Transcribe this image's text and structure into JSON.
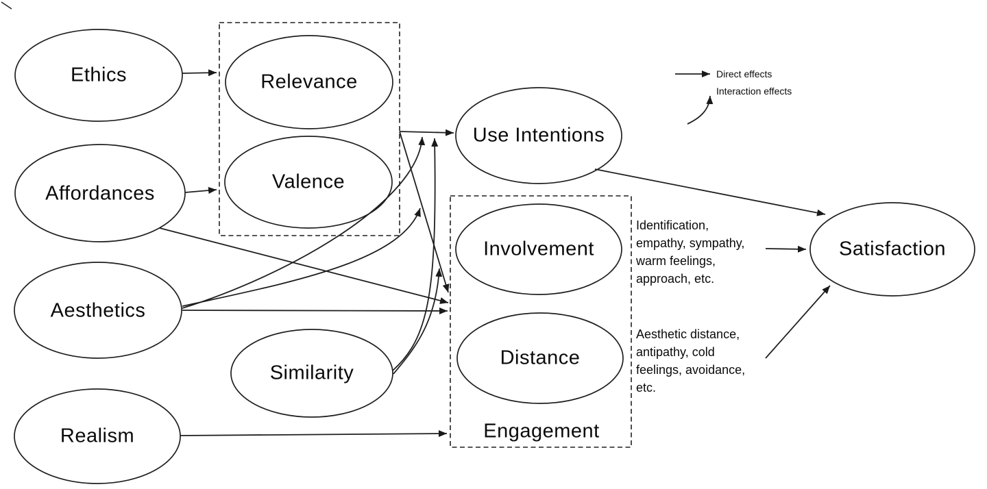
{
  "nodes": {
    "ethics": {
      "label": "Ethics"
    },
    "affordances": {
      "label": "Affordances"
    },
    "aesthetics": {
      "label": "Aesthetics"
    },
    "realism": {
      "label": "Realism"
    },
    "relevance": {
      "label": "Relevance"
    },
    "valence": {
      "label": "Valence"
    },
    "similarity": {
      "label": "Similarity"
    },
    "use_intentions": {
      "label": "Use Intentions"
    },
    "involvement": {
      "label": "Involvement"
    },
    "distance": {
      "label": "Distance"
    },
    "satisfaction": {
      "label": "Satisfaction"
    },
    "engagement": {
      "label": "Engagement"
    }
  },
  "legend": {
    "direct_label": "Direct effects",
    "interaction_label": "Interaction effects"
  },
  "annotations": {
    "positive": {
      "lines": [
        "Identification,",
        "empathy, sympathy,",
        "warm feelings,",
        "approach, etc."
      ]
    },
    "negative": {
      "lines": [
        "Aesthetic distance,",
        "antipathy, cold",
        "feelings, avoidance,",
        "etc."
      ]
    }
  },
  "edges": {
    "direct": [
      {
        "from": "ethics",
        "to": "relevance-valence-group"
      },
      {
        "from": "affordances",
        "to": "relevance-valence-group"
      },
      {
        "from": "relevance-valence-group",
        "to": "use_intentions"
      },
      {
        "from": "relevance-valence-group",
        "to": "engagement"
      },
      {
        "from": "affordances",
        "to": "engagement"
      },
      {
        "from": "aesthetics",
        "to": "engagement"
      },
      {
        "from": "realism",
        "to": "engagement"
      },
      {
        "from": "use_intentions",
        "to": "satisfaction"
      },
      {
        "from": "involvement-outcomes",
        "to": "satisfaction"
      },
      {
        "from": "distance-outcomes",
        "to": "satisfaction"
      }
    ],
    "interaction": [
      {
        "from": "aesthetics",
        "moderates": "relevance-valence-group->use_intentions"
      },
      {
        "from": "aesthetics",
        "moderates": "relevance-valence-group->engagement"
      },
      {
        "from": "similarity",
        "moderates": "relevance-valence-group->use_intentions"
      },
      {
        "from": "similarity",
        "moderates": "relevance-valence-group->engagement"
      }
    ]
  },
  "colors": {
    "stroke": "#1f1f1f",
    "text": "#000000",
    "background": "#ffffff"
  }
}
